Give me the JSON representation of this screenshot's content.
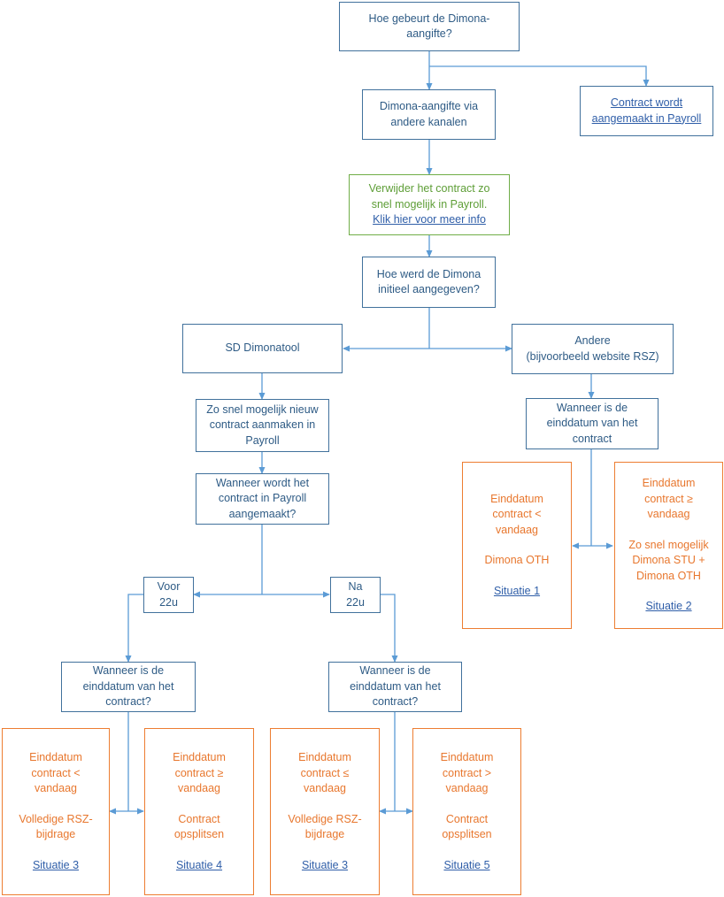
{
  "colors": {
    "connector": "#5b9bd5",
    "process_border": "#41719c",
    "process_text": "#2e5b85",
    "action_border": "#70ad47",
    "action_text": "#5e9e37",
    "outcome_border": "#ed7d31",
    "outcome_text": "#e8772e",
    "link": "#2f5ea8"
  },
  "nodes": {
    "start": [
      "Hoe gebeurt de Dimona-",
      "aangifte?"
    ],
    "contract_payroll": [
      "Contract wordt",
      "aangemaakt in Payroll"
    ],
    "other_channels": [
      "Dimona-aangifte via",
      "andere kanalen"
    ],
    "delete_contract": [
      "Verwijder het contract zo",
      "snel mogelijk in Payroll."
    ],
    "delete_contract_link": "Klik hier voor meer info",
    "how_declared": [
      "Hoe werd de Dimona",
      "initieel aangegeven?"
    ],
    "sd_tool": "SD Dimonatool",
    "other": [
      "Andere",
      "(bijvoorbeeld website RSZ)"
    ],
    "new_contract": [
      "Zo snel mogelijk nieuw",
      "contract aanmaken in",
      "Payroll"
    ],
    "when_created": [
      "Wanneer wordt het",
      "contract in Payroll",
      "aangemaakt?"
    ],
    "before_22": [
      "Voor",
      "22u"
    ],
    "after_22": [
      "Na",
      "22u"
    ],
    "end_date_right": [
      "Wanneer is de",
      "einddatum van het",
      "contract"
    ],
    "end_date_left": [
      "Wanneer is de",
      "einddatum van het",
      "contract?"
    ],
    "end_date_mid": [
      "Wanneer is de",
      "einddatum van het",
      "contract?"
    ]
  },
  "outcomes": {
    "right_1": {
      "condition": [
        "Einddatum",
        "contract <",
        "vandaag"
      ],
      "action": [
        "Dimona OTH"
      ],
      "situation": "Situatie 1"
    },
    "right_2": {
      "condition": [
        "Einddatum",
        "contract ≥",
        "vandaag"
      ],
      "action": [
        "Zo snel mogelijk",
        "Dimona STU +",
        "Dimona OTH"
      ],
      "situation": "Situatie 2"
    },
    "bottom_1": {
      "condition": [
        "Einddatum",
        "contract <",
        "vandaag"
      ],
      "action": [
        "Volledige RSZ-",
        "bijdrage"
      ],
      "situation": "Situatie 3"
    },
    "bottom_2": {
      "condition": [
        "Einddatum",
        "contract ≥",
        "vandaag"
      ],
      "action": [
        "Contract",
        "opsplitsen"
      ],
      "situation": "Situatie 4"
    },
    "bottom_3": {
      "condition": [
        "Einddatum",
        "contract ≤",
        "vandaag"
      ],
      "action": [
        "Volledige RSZ-",
        "bijdrage"
      ],
      "situation": "Situatie 3"
    },
    "bottom_4": {
      "condition": [
        "Einddatum",
        "contract >",
        "vandaag"
      ],
      "action": [
        "Contract",
        "opsplitsen"
      ],
      "situation": "Situatie 5"
    }
  }
}
